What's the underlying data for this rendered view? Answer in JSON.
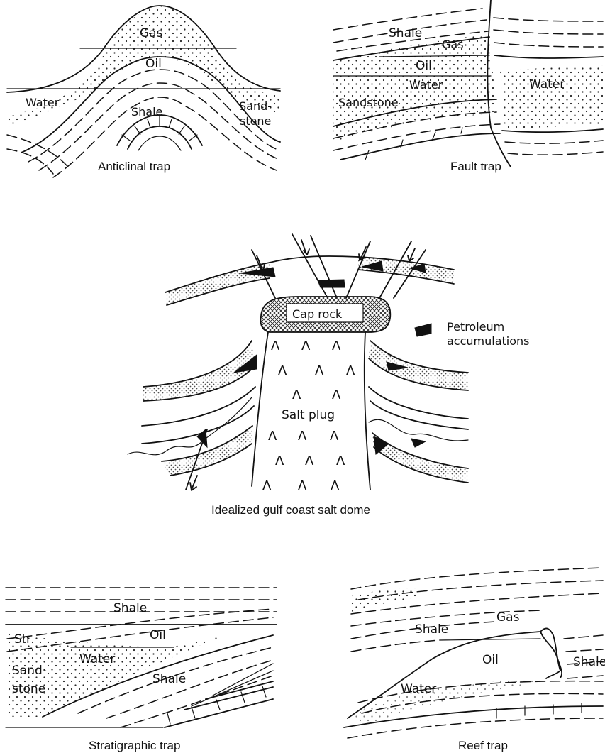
{
  "panels": {
    "anticlinal": {
      "caption": "Anticlinal trap",
      "labels": {
        "gas": "Gas",
        "oil": "Oil",
        "water": "Water",
        "shale": "Shale",
        "sand": "Sand-",
        "stone": "stone"
      }
    },
    "fault": {
      "caption": "Fault trap",
      "labels": {
        "shale": "Shale",
        "gas": "Gas",
        "oil": "Oil",
        "water_left": "Water",
        "water_right": "Water",
        "sandstone": "Sandstone"
      }
    },
    "salt_dome": {
      "caption": "Idealized gulf coast salt dome",
      "labels": {
        "cap_rock": "Cap rock",
        "salt_plug": "Salt plug",
        "salt_symbol": "Λ"
      },
      "legend": {
        "line1": "Petroleum",
        "line2": "accumulations"
      }
    },
    "stratigraphic": {
      "caption": "Stratigraphic trap",
      "labels": {
        "shale_top": "Shale",
        "sh": "Sh",
        "oil": "Oil",
        "water": "Water",
        "sand": "Sand-",
        "stone": "stone",
        "shale_lower": "Shale"
      }
    },
    "reef": {
      "caption": "Reef trap",
      "labels": {
        "gas": "Gas",
        "shale_left": "Shale",
        "oil": "Oil",
        "water": "Water",
        "shale_right": "Shale"
      }
    }
  }
}
